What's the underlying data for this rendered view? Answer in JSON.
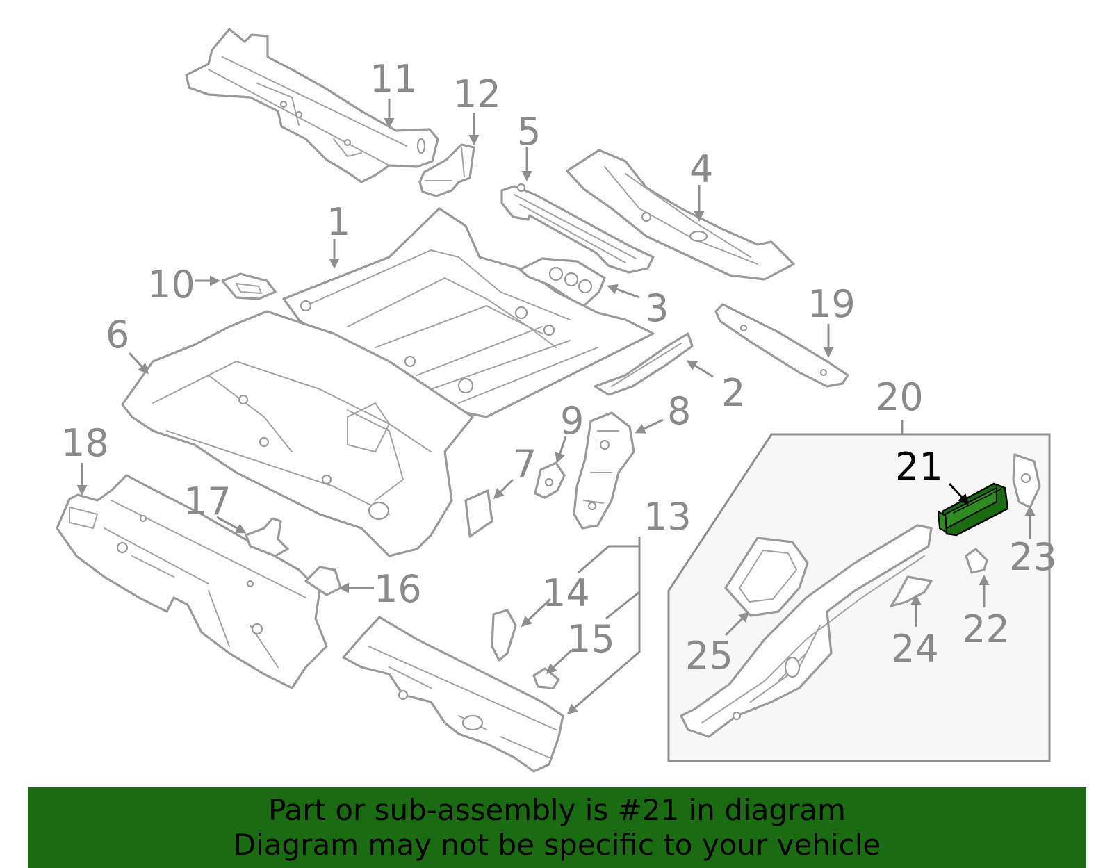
{
  "callouts": {
    "c1": "1",
    "c2": "2",
    "c3": "3",
    "c4": "4",
    "c5": "5",
    "c6": "6",
    "c7": "7",
    "c8": "8",
    "c9": "9",
    "c10": "10",
    "c11": "11",
    "c12": "12",
    "c13": "13",
    "c14": "14",
    "c15": "15",
    "c16": "16",
    "c17": "17",
    "c18": "18",
    "c19": "19",
    "c20": "20",
    "c21": "21",
    "c22": "22",
    "c23": "23",
    "c24": "24",
    "c25": "25"
  },
  "highlight": {
    "part_number": "21",
    "color": "#1a6b12"
  },
  "banner": {
    "line1": "Part or sub-assembly is #21 in diagram",
    "line2": "Diagram may not be specific to your vehicle"
  }
}
